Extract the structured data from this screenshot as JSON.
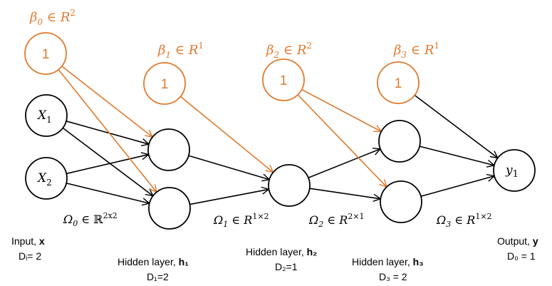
{
  "colors": {
    "bias": "#e07a2e",
    "edge": "#000000",
    "node": "#000000"
  },
  "bias_nodes": [
    {
      "id": "b0",
      "label": "1",
      "annotation": {
        "sym": "β",
        "sub": "0",
        "set": "R",
        "sup": "2"
      }
    },
    {
      "id": "b1",
      "label": "1",
      "annotation": {
        "sym": "β",
        "sub": "1",
        "set": "R",
        "sup": "1"
      }
    },
    {
      "id": "b2",
      "label": "1",
      "annotation": {
        "sym": "β",
        "sub": "2",
        "set": "R",
        "sup": "2"
      }
    },
    {
      "id": "b3",
      "label": "1",
      "annotation": {
        "sym": "β",
        "sub": "3",
        "set": "R",
        "sup": "1"
      }
    }
  ],
  "input_nodes": [
    {
      "id": "x1",
      "name": "X",
      "sub": "1"
    },
    {
      "id": "x2",
      "name": "X",
      "sub": "2"
    }
  ],
  "output_nodes": [
    {
      "id": "y1",
      "name": "y",
      "sub": "1"
    }
  ],
  "weights": [
    {
      "sym": "Ω",
      "sub": "0",
      "set": "ℝ",
      "sup": "2x2"
    },
    {
      "sym": "Ω",
      "sub": "1",
      "set": "R",
      "sup": "1×2"
    },
    {
      "sym": "Ω",
      "sub": "2",
      "set": "R",
      "sup": "2×1"
    },
    {
      "sym": "Ω",
      "sub": "3",
      "set": "R",
      "sup": "1×2"
    }
  ],
  "layer_labels": {
    "input": {
      "title": "Input, ",
      "bold": "x",
      "dim": "Dᵢ= 2"
    },
    "h1": {
      "title": "Hidden layer, ",
      "bold": "h₁",
      "dim": "D₁=2"
    },
    "h2": {
      "title": "Hidden layer, ",
      "bold": "h₂",
      "dim": "D₂=1"
    },
    "h3": {
      "title": "Hidden layer, ",
      "bold": "h₃",
      "dim": "D₃ = 2"
    },
    "output": {
      "title": "Output, ",
      "bold": "y",
      "dim": "D₀ = 1"
    }
  }
}
